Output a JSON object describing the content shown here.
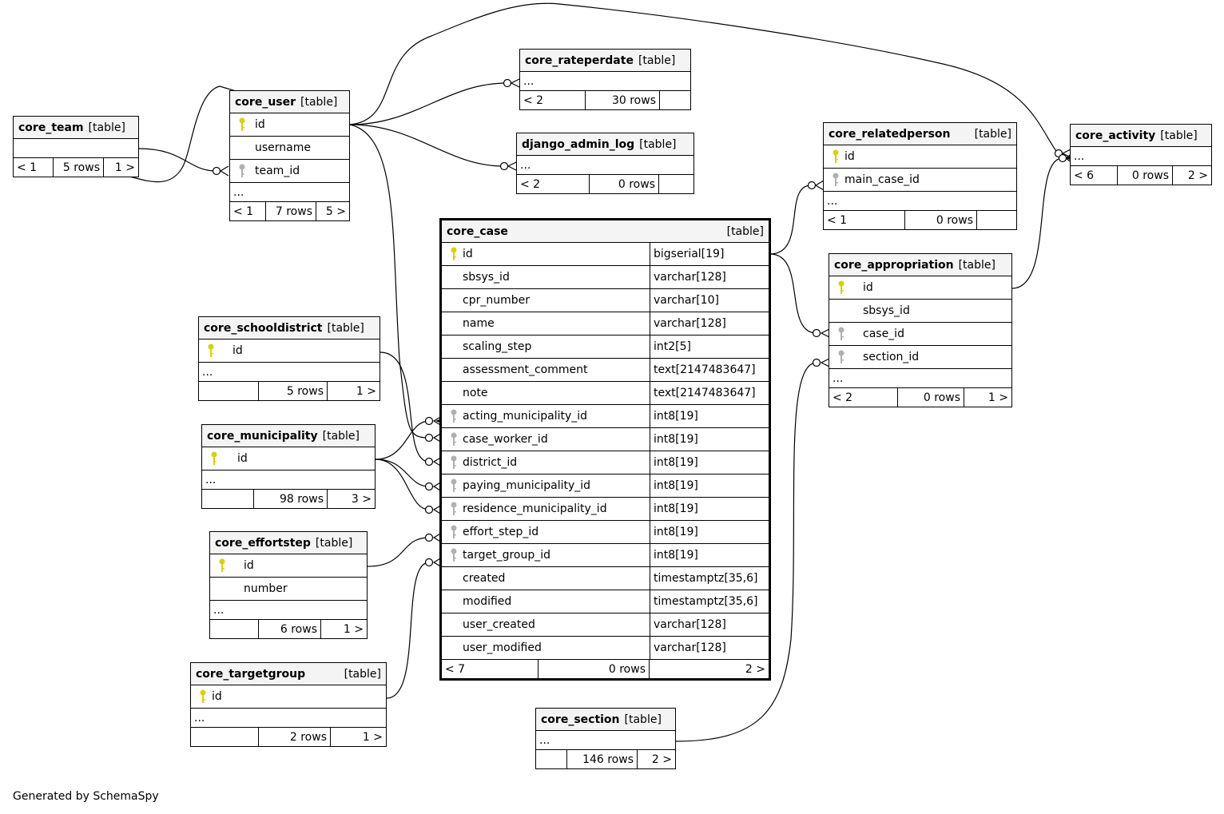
{
  "generated_by": "Generated by SchemaSpy",
  "colors": {
    "primary_key": "#d4d400",
    "foreign_key": "#b0b0b0",
    "header_bg": "#f4f4f4",
    "line": "#000000"
  },
  "tables": {
    "core_team": {
      "name": "core_team",
      "type": "[table]",
      "footer": {
        "parents": "< 1",
        "rows": "5 rows",
        "children": "1 >"
      }
    },
    "core_user": {
      "name": "core_user",
      "type": "[table]",
      "columns": [
        "id",
        "username",
        "team_id"
      ],
      "more": "...",
      "footer": {
        "parents": "< 1",
        "rows": "7 rows",
        "children": "5 >"
      }
    },
    "core_rateperdate": {
      "name": "core_rateperdate",
      "type": "[table]",
      "more": "...",
      "footer": {
        "parents": "< 2",
        "rows": "30 rows",
        "children": ""
      }
    },
    "django_admin_log": {
      "name": "django_admin_log",
      "type": "[table]",
      "more": "...",
      "footer": {
        "parents": "< 2",
        "rows": "0 rows",
        "children": ""
      }
    },
    "core_relatedperson": {
      "name": "core_relatedperson",
      "type": "[table]",
      "columns": [
        "id",
        "main_case_id"
      ],
      "more": "...",
      "footer": {
        "parents": "< 1",
        "rows": "0 rows",
        "children": ""
      }
    },
    "core_activity": {
      "name": "core_activity",
      "type": "[table]",
      "more": "...",
      "footer": {
        "parents": "< 6",
        "rows": "0 rows",
        "children": "2 >"
      }
    },
    "core_appropriation": {
      "name": "core_appropriation",
      "type": "[table]",
      "columns": [
        "id",
        "sbsys_id",
        "case_id",
        "section_id"
      ],
      "more": "...",
      "footer": {
        "parents": "< 2",
        "rows": "0 rows",
        "children": "1 >"
      }
    },
    "core_case": {
      "name": "core_case",
      "type": "[table]",
      "columns": [
        {
          "name": "id",
          "type": "bigserial[19]"
        },
        {
          "name": "sbsys_id",
          "type": "varchar[128]"
        },
        {
          "name": "cpr_number",
          "type": "varchar[10]"
        },
        {
          "name": "name",
          "type": "varchar[128]"
        },
        {
          "name": "scaling_step",
          "type": "int2[5]"
        },
        {
          "name": "assessment_comment",
          "type": "text[2147483647]"
        },
        {
          "name": "note",
          "type": "text[2147483647]"
        },
        {
          "name": "acting_municipality_id",
          "type": "int8[19]"
        },
        {
          "name": "case_worker_id",
          "type": "int8[19]"
        },
        {
          "name": "district_id",
          "type": "int8[19]"
        },
        {
          "name": "paying_municipality_id",
          "type": "int8[19]"
        },
        {
          "name": "residence_municipality_id",
          "type": "int8[19]"
        },
        {
          "name": "effort_step_id",
          "type": "int8[19]"
        },
        {
          "name": "target_group_id",
          "type": "int8[19]"
        },
        {
          "name": "created",
          "type": "timestamptz[35,6]"
        },
        {
          "name": "modified",
          "type": "timestamptz[35,6]"
        },
        {
          "name": "user_created",
          "type": "varchar[128]"
        },
        {
          "name": "user_modified",
          "type": "varchar[128]"
        }
      ],
      "footer": {
        "parents": "< 7",
        "rows": "0 rows",
        "children": "2 >"
      }
    },
    "core_schooldistrict": {
      "name": "core_schooldistrict",
      "type": "[table]",
      "columns": [
        "id"
      ],
      "more": "...",
      "footer": {
        "parents": "",
        "rows": "5 rows",
        "children": "1 >"
      }
    },
    "core_municipality": {
      "name": "core_municipality",
      "type": "[table]",
      "columns": [
        "id"
      ],
      "more": "...",
      "footer": {
        "parents": "",
        "rows": "98 rows",
        "children": "3 >"
      }
    },
    "core_effortstep": {
      "name": "core_effortstep",
      "type": "[table]",
      "columns": [
        "id",
        "number"
      ],
      "more": "...",
      "footer": {
        "parents": "",
        "rows": "6 rows",
        "children": "1 >"
      }
    },
    "core_targetgroup": {
      "name": "core_targetgroup",
      "type": "[table]",
      "columns": [
        "id"
      ],
      "more": "...",
      "footer": {
        "parents": "",
        "rows": "2 rows",
        "children": "1 >"
      }
    },
    "core_section": {
      "name": "core_section",
      "type": "[table]",
      "more": "...",
      "footer": {
        "parents": "",
        "rows": "146 rows",
        "children": "2 >"
      }
    }
  },
  "relationships": [
    {
      "from": "core_team.id",
      "to": "core_user.team_id"
    },
    {
      "from": "core_user.id",
      "to": "core_team"
    },
    {
      "from": "core_user.id",
      "to": "core_rateperdate"
    },
    {
      "from": "core_user.id",
      "to": "django_admin_log"
    },
    {
      "from": "core_user.id",
      "to": "core_activity"
    },
    {
      "from": "core_user.id",
      "to": "core_case.case_worker_id"
    },
    {
      "from": "core_case.id",
      "to": "core_relatedperson.main_case_id"
    },
    {
      "from": "core_case.id",
      "to": "core_appropriation.case_id"
    },
    {
      "from": "core_appropriation.id",
      "to": "core_activity"
    },
    {
      "from": "core_section",
      "to": "core_appropriation.section_id"
    },
    {
      "from": "core_schooldistrict.id",
      "to": "core_case.district_id"
    },
    {
      "from": "core_municipality.id",
      "to": "core_case.acting_municipality_id"
    },
    {
      "from": "core_municipality.id",
      "to": "core_case.paying_municipality_id"
    },
    {
      "from": "core_municipality.id",
      "to": "core_case.residence_municipality_id"
    },
    {
      "from": "core_effortstep.id",
      "to": "core_case.effort_step_id"
    },
    {
      "from": "core_targetgroup.id",
      "to": "core_case.target_group_id"
    }
  ]
}
